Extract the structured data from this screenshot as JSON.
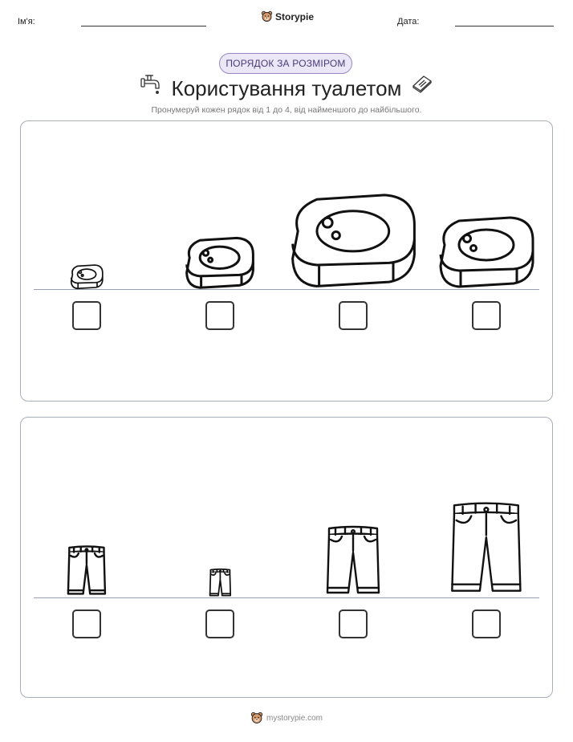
{
  "header": {
    "name_label": "Ім'я:",
    "date_label": "Дата:",
    "brand": "Storypie"
  },
  "badge": "ПОРЯДОК ЗА РОЗМІРОМ",
  "title": "Користування туалетом",
  "instruction": "Пронумеруй кожен рядок від 1 до 4, від найменшого до найбільшого.",
  "rows": [
    {
      "item": "soap",
      "icon": "soap-icon",
      "sizes": [
        0.34,
        0.72,
        1.32,
        1.0
      ]
    },
    {
      "item": "pants",
      "icon": "pants-icon",
      "sizes": [
        0.72,
        0.4,
        1.0,
        1.33
      ]
    }
  ],
  "footer": {
    "site": "mystorypie.com"
  },
  "icons": {
    "left_title_icon": "faucet-icon",
    "right_title_icon": "soap-bar-icon",
    "brand_logo": "bear-logo-icon"
  }
}
